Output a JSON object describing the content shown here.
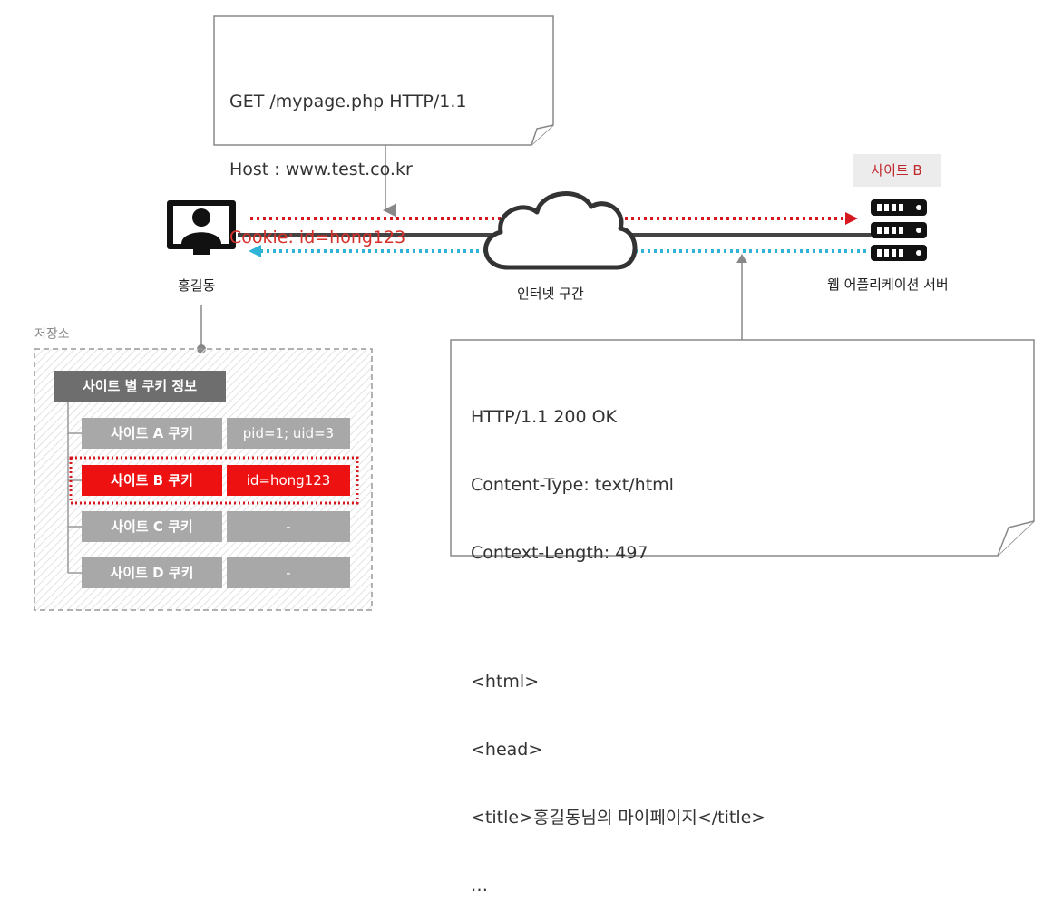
{
  "request_note": {
    "lines": [
      "GET /mypage.php HTTP/1.1",
      "Host : www.test.co.kr"
    ],
    "cookie_line": "Cookie: id=hong123"
  },
  "response_note": {
    "lines": [
      "HTTP/1.1 200 OK",
      "Content-Type: text/html",
      "Context-Length: 497",
      "",
      "<html>",
      "<head>",
      "<title>홍길동님의 마이페이지</title>",
      "…"
    ]
  },
  "client": {
    "label": "홍길동"
  },
  "internet": {
    "label": "인터넷 구간"
  },
  "server": {
    "tag": "사이트 B",
    "label": "웹 어플리케이션 서버"
  },
  "storage": {
    "label": "저장소",
    "header": "사이트 별 쿠키 정보",
    "rows": [
      {
        "name": "사이트 A 쿠키",
        "value": "pid=1; uid=3",
        "highlight": false
      },
      {
        "name": "사이트 B 쿠키",
        "value": "id=hong123",
        "highlight": true
      },
      {
        "name": "사이트 C 쿠키",
        "value": "-",
        "highlight": false
      },
      {
        "name": "사이트 D 쿠키",
        "value": "-",
        "highlight": false
      }
    ]
  },
  "colors": {
    "request_arrow": "#d6181f",
    "response_arrow": "#2fb3d6",
    "line": "#444444",
    "highlight": "#ee1111"
  }
}
